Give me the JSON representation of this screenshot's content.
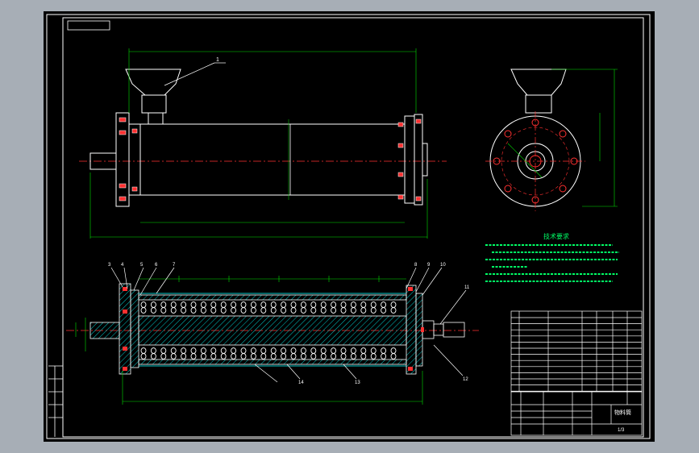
{
  "view": {
    "background": "#a7aeb6",
    "canvas_color": "#000000",
    "line_color": "#ffffff",
    "centerline_color": "#ff3030",
    "dimension_color": "#00e000",
    "note_color": "#00ff66",
    "hatch_color": "#00c8c8",
    "bolt_color": "#ff3030"
  },
  "labels": {
    "leader_1": "1",
    "leader_3": "3",
    "leader_4": "4",
    "leader_5": "5",
    "leader_6": "6",
    "leader_7": "7",
    "leader_8": "8",
    "leader_9": "9",
    "leader_10": "10",
    "leader_11": "11",
    "leader_12": "12",
    "leader_13": "13",
    "leader_14": "14"
  },
  "notes": {
    "title": "技术要求"
  },
  "title_block": {
    "drawing_name": "物料筒",
    "number": "1/3"
  }
}
